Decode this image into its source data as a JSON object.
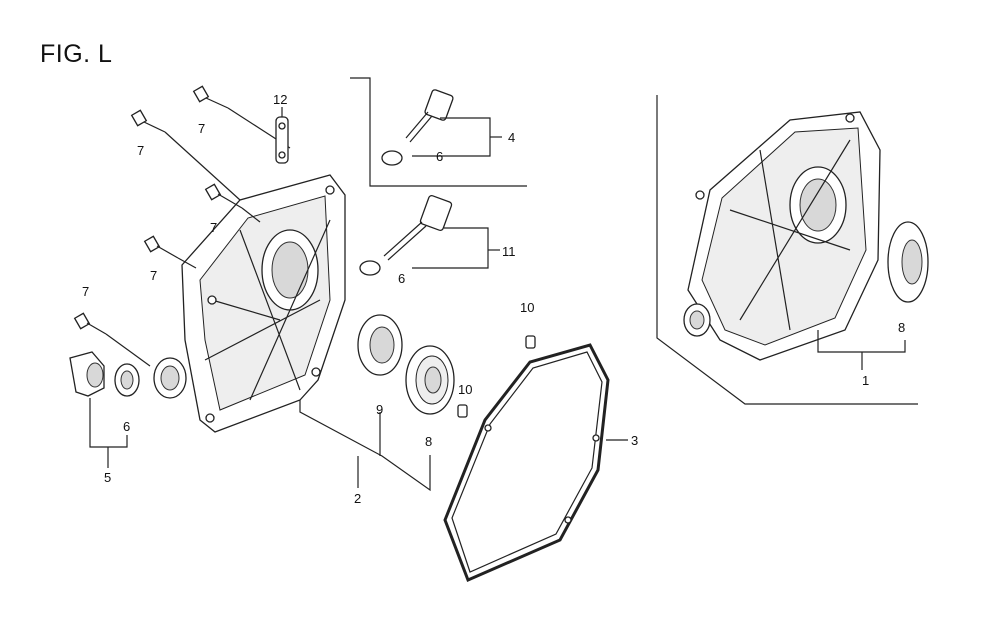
{
  "figure": {
    "title": "FIG. L"
  },
  "callouts": [
    {
      "id": "c1",
      "text": "1"
    },
    {
      "id": "c2",
      "text": "2"
    },
    {
      "id": "c3",
      "text": "3"
    },
    {
      "id": "c4",
      "text": "4"
    },
    {
      "id": "c5",
      "text": "5"
    },
    {
      "id": "c6a",
      "text": "6"
    },
    {
      "id": "c6b",
      "text": "6"
    },
    {
      "id": "c6c",
      "text": "6"
    },
    {
      "id": "c7a",
      "text": "7"
    },
    {
      "id": "c7b",
      "text": "7"
    },
    {
      "id": "c7c",
      "text": "7"
    },
    {
      "id": "c7d",
      "text": "7"
    },
    {
      "id": "c7e",
      "text": "7"
    },
    {
      "id": "c8a",
      "text": "8"
    },
    {
      "id": "c8b",
      "text": "8"
    },
    {
      "id": "c9",
      "text": "9"
    },
    {
      "id": "c10a",
      "text": "10"
    },
    {
      "id": "c10b",
      "text": "10"
    },
    {
      "id": "c11",
      "text": "11"
    },
    {
      "id": "c12",
      "text": "12"
    }
  ]
}
